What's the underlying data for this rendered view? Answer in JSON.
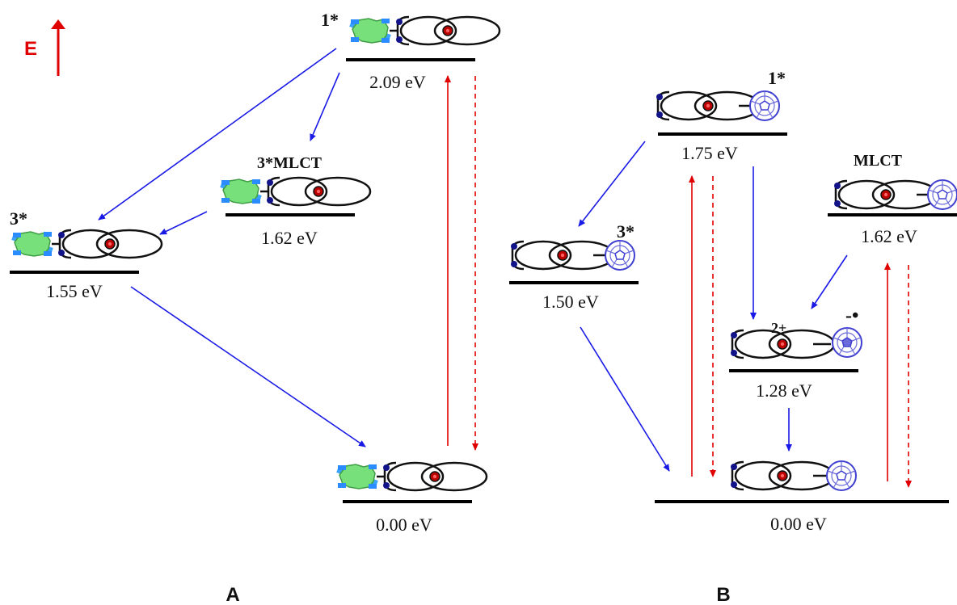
{
  "axis": {
    "energy_label": "E",
    "color": "#e00000"
  },
  "panels": [
    {
      "id": "A",
      "label": "A"
    },
    {
      "id": "B",
      "label": "B"
    }
  ],
  "labels": {
    "a_singlet": "1*",
    "a_mlct": "3*MLCT",
    "a_triplet": "3*",
    "b_singlet": "1*",
    "b_mlct": "MLCT",
    "b_triplet": "3*",
    "b_cs_plus": "2+",
    "b_cs_minus": "-•"
  },
  "levels": {
    "a_singlet": "2.09 eV",
    "a_mlct": "1.62 eV",
    "a_triplet": "1.55 eV",
    "a_ground": "0.00 eV",
    "b_singlet": "1.75 eV",
    "b_mlct": "1.62 eV",
    "b_triplet": "1.50 eV",
    "b_cs": "1.28 eV",
    "b_ground": "0.00 eV"
  },
  "colors": {
    "transfer_arrow": "#1a1ae6",
    "excitation_arrow": "#e00000",
    "level_line": "#000000",
    "porphyrin": "#77e07a",
    "fullerene": "#3f3fd0",
    "metal": "#d11010"
  }
}
